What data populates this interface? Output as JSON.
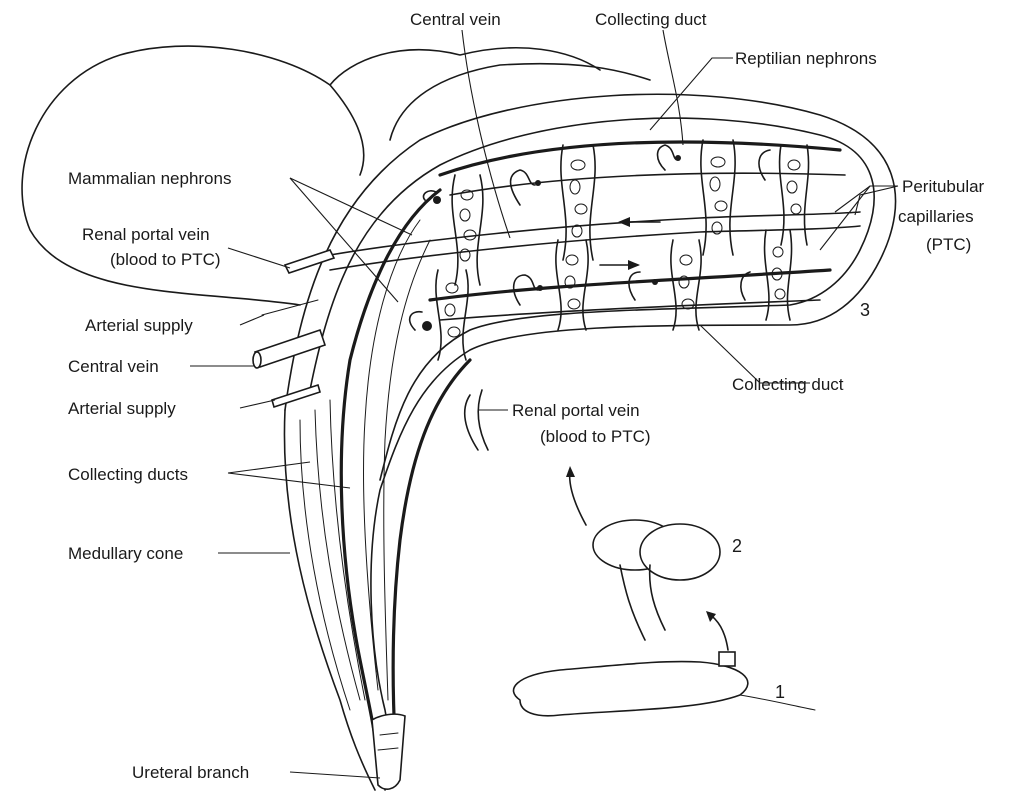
{
  "labels": {
    "central_vein_top": "Central vein",
    "collecting_duct_top": "Collecting duct",
    "reptilian_nephrons": "Reptilian nephrons",
    "mammalian_nephrons": "Mammalian nephrons",
    "peritubular_line1": "Peritubular",
    "peritubular_line2": "capillaries",
    "peritubular_line3": "(PTC)",
    "renal_portal_left_line1": "Renal portal vein",
    "renal_portal_left_line2": "(blood to PTC)",
    "arterial_supply_1": "Arterial supply",
    "central_vein_left": "Central vein",
    "arterial_supply_2": "Arterial supply",
    "collecting_duct_mid": "Collecting duct",
    "renal_portal_mid_line1": "Renal portal vein",
    "renal_portal_mid_line2": "(blood to PTC)",
    "collecting_ducts": "Collecting ducts",
    "medullary_cone": "Medullary cone",
    "ureteral_branch": "Ureteral branch"
  },
  "numbers": {
    "n1": "1",
    "n2": "2",
    "n3": "3"
  }
}
